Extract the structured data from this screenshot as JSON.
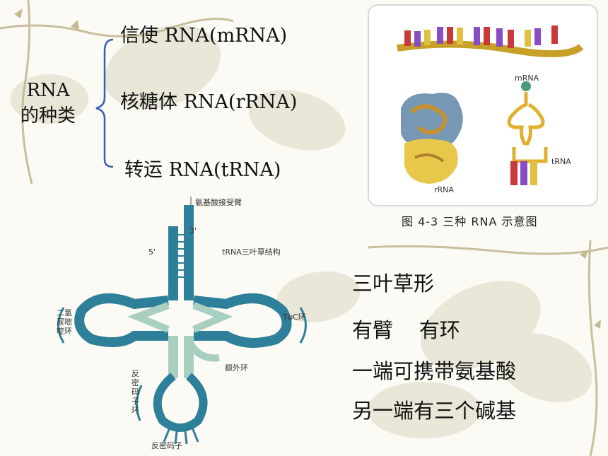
{
  "left_panel": {
    "group_label_line1": "RNA",
    "group_label_line2": "的种类",
    "types": [
      "信使 RNA(mRNA)",
      "核糖体 RNA(rRNA)",
      "转运 RNA(tRNA)"
    ]
  },
  "figure": {
    "caption": "图 4-3   三种 RNA 示意图",
    "labels": {
      "mrna": "mRNA",
      "trna_right": "tRNA",
      "trna_left": "rRNA"
    }
  },
  "diagram": {
    "title": "tRNA三叶草结构",
    "acceptor_arm": "氨基酸接受臂",
    "three_prime": "3'",
    "five_prime": "5'",
    "d_loop": "二氢尿嘧啶环",
    "t_loop": "TψC环",
    "extra_loop": "额外环",
    "anticodon_loop": "反密码子环",
    "anticodon": "反密码子"
  },
  "right_panel": {
    "lines": [
      "三叶草形",
      "有臂    有环",
      "一端可携带氨基酸",
      "另一端有三个碱基"
    ]
  },
  "colors": {
    "stem": "#2e7f99",
    "stem_light": "#a9cfc1",
    "brace": "#3a5fb0",
    "mrna": "#c8a028"
  }
}
